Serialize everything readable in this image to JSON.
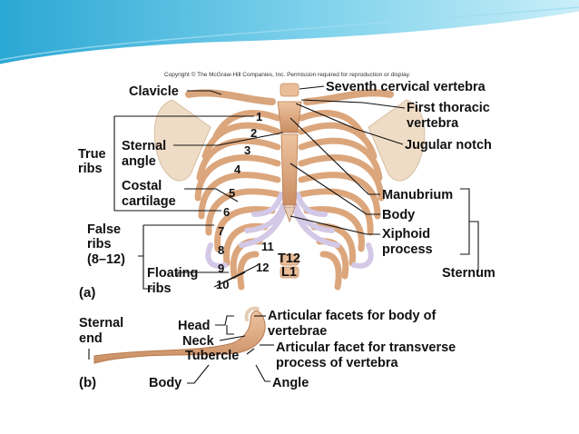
{
  "copyright": "Copyright © The McGraw-Hill Companies, Inc. Permission required for reproduction or display.",
  "panel_a": {
    "letter": "(a)",
    "labels": {
      "clavicle": "Clavicle",
      "seventh_cervical": "Seventh cervical vertebra",
      "first_thoracic": [
        "First thoracic",
        "vertebra"
      ],
      "jugular_notch": "Jugular notch",
      "true_ribs": [
        "True",
        "ribs"
      ],
      "sternal_angle": [
        "Sternal",
        "angle"
      ],
      "costal_cartilage": [
        "Costal",
        "cartilage"
      ],
      "false_ribs": [
        "False",
        "ribs",
        "(8–12)"
      ],
      "floating_ribs": [
        "Floating",
        "ribs"
      ],
      "manubrium": "Manubrium",
      "body": "Body",
      "xiphoid": [
        "Xiphoid",
        "process"
      ],
      "sternum": "Sternum",
      "t12": "T12",
      "l1": "L1"
    },
    "rib_numbers": [
      "1",
      "2",
      "3",
      "4",
      "5",
      "6",
      "7",
      "8",
      "9",
      "10",
      "11",
      "12"
    ]
  },
  "panel_b": {
    "letter": "(b)",
    "labels": {
      "sternal_end": [
        "Sternal",
        "end"
      ],
      "head": "Head",
      "neck": "Neck",
      "tubercle": "Tubercle",
      "body": "Body",
      "angle": "Angle",
      "facets_body": [
        "Articular facets for body of",
        "vertebrae"
      ],
      "facet_transverse": [
        "Articular facet for transverse",
        "process of vertebra"
      ]
    }
  },
  "colors": {
    "bone": "#e0b088",
    "cartilage": "#d3c8e6",
    "header": "#37b4d9"
  }
}
